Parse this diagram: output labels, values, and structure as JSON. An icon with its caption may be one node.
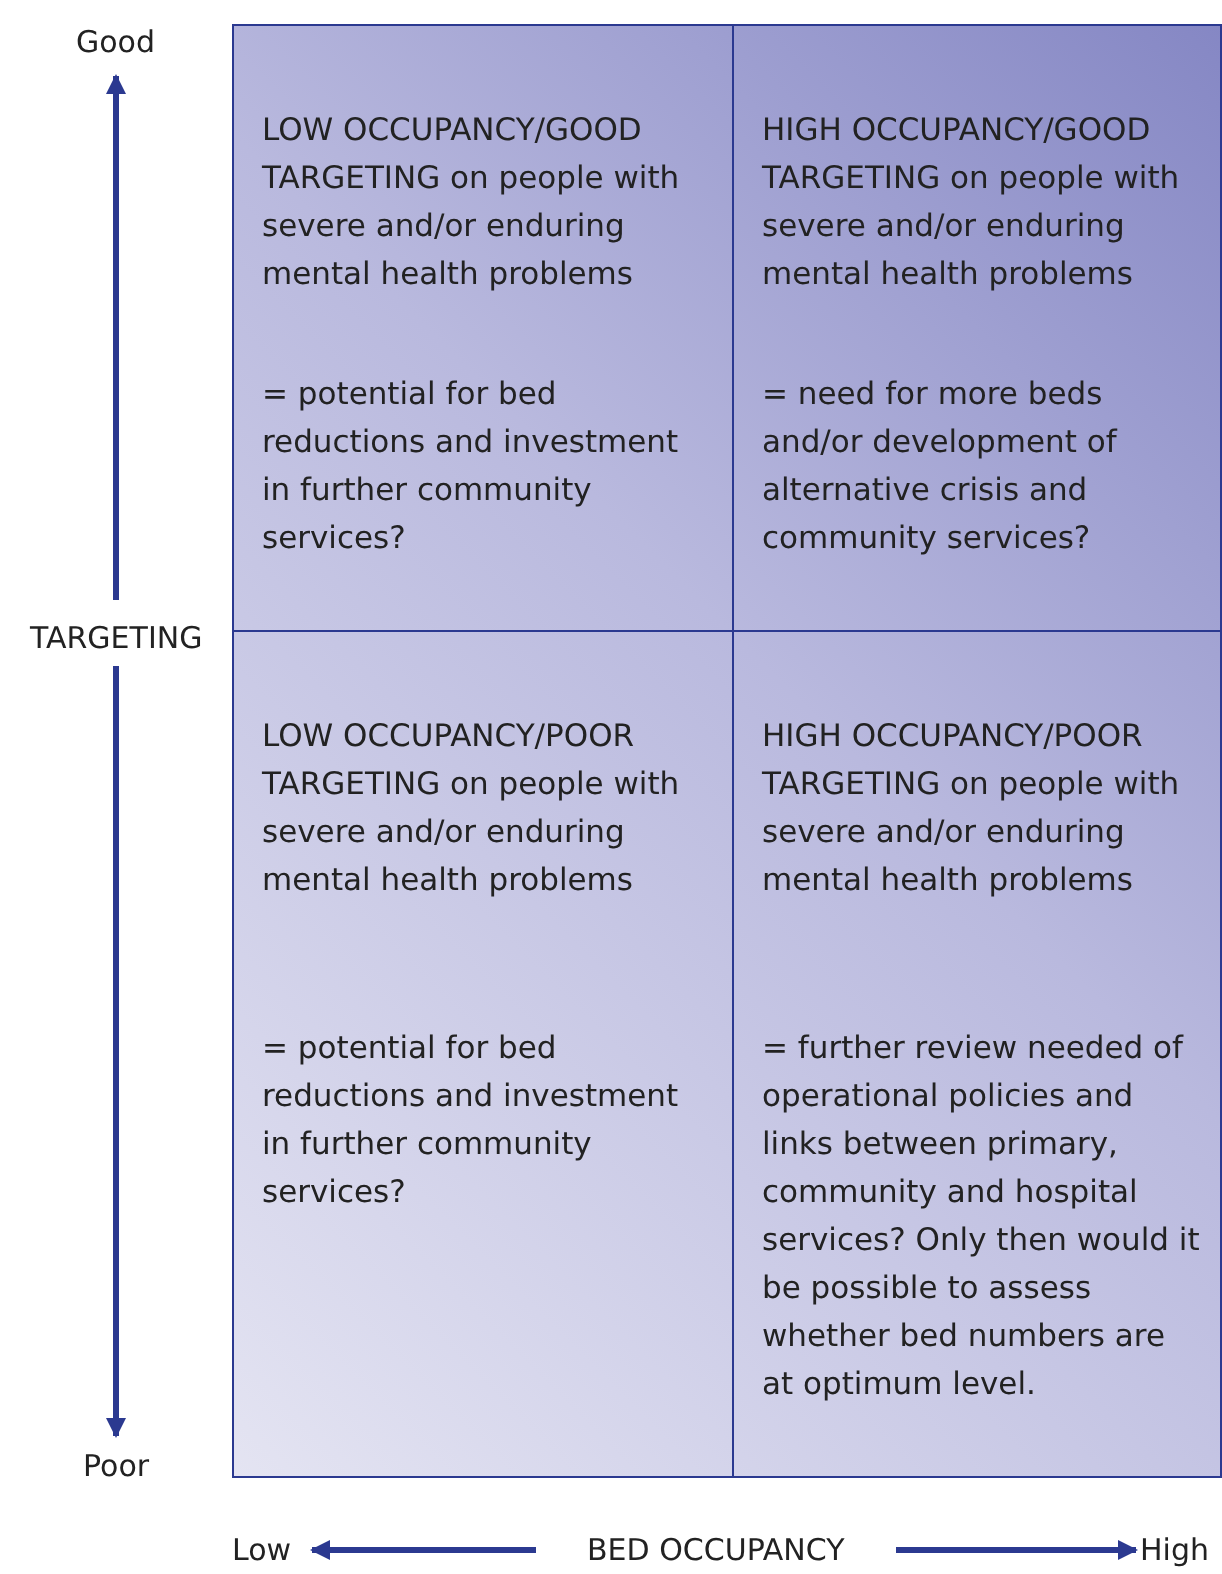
{
  "diagram": {
    "nodes": [
      {
        "text": [
          "LOW OCCUPANCY/GOOD TARGETING on people with severe and/or enduring mental health problems",
          "= potential for bed reductions and investment in further community services?"
        ]
      },
      {
        "text": [
          "HIGH OCCUPANCY/GOOD TARGETING on people with severe and/or enduring mental health problems",
          "= need for more beds and/or development of alternative crisis and community services?"
        ]
      },
      {
        "text": [
          "LOW OCCUPANCY/POOR TARGETING on people with severe and/or enduring mental health problems",
          "= potential for bed reductions and investment in further community services?"
        ]
      },
      {
        "text": [
          "HIGH OCCUPANCY/POOR TARGETING on people with severe and/or enduring mental health problems",
          "= further review needed of operational policies and links between primary, community and hospital services? Only then would it be possible to assess whether bed numbers are at optimum level."
        ]
      }
    ],
    "edges": [],
    "labels": [
      "Good",
      "TARGETING",
      "Poor",
      "Low",
      "BED OCCUPANCY",
      "High"
    ]
  }
}
